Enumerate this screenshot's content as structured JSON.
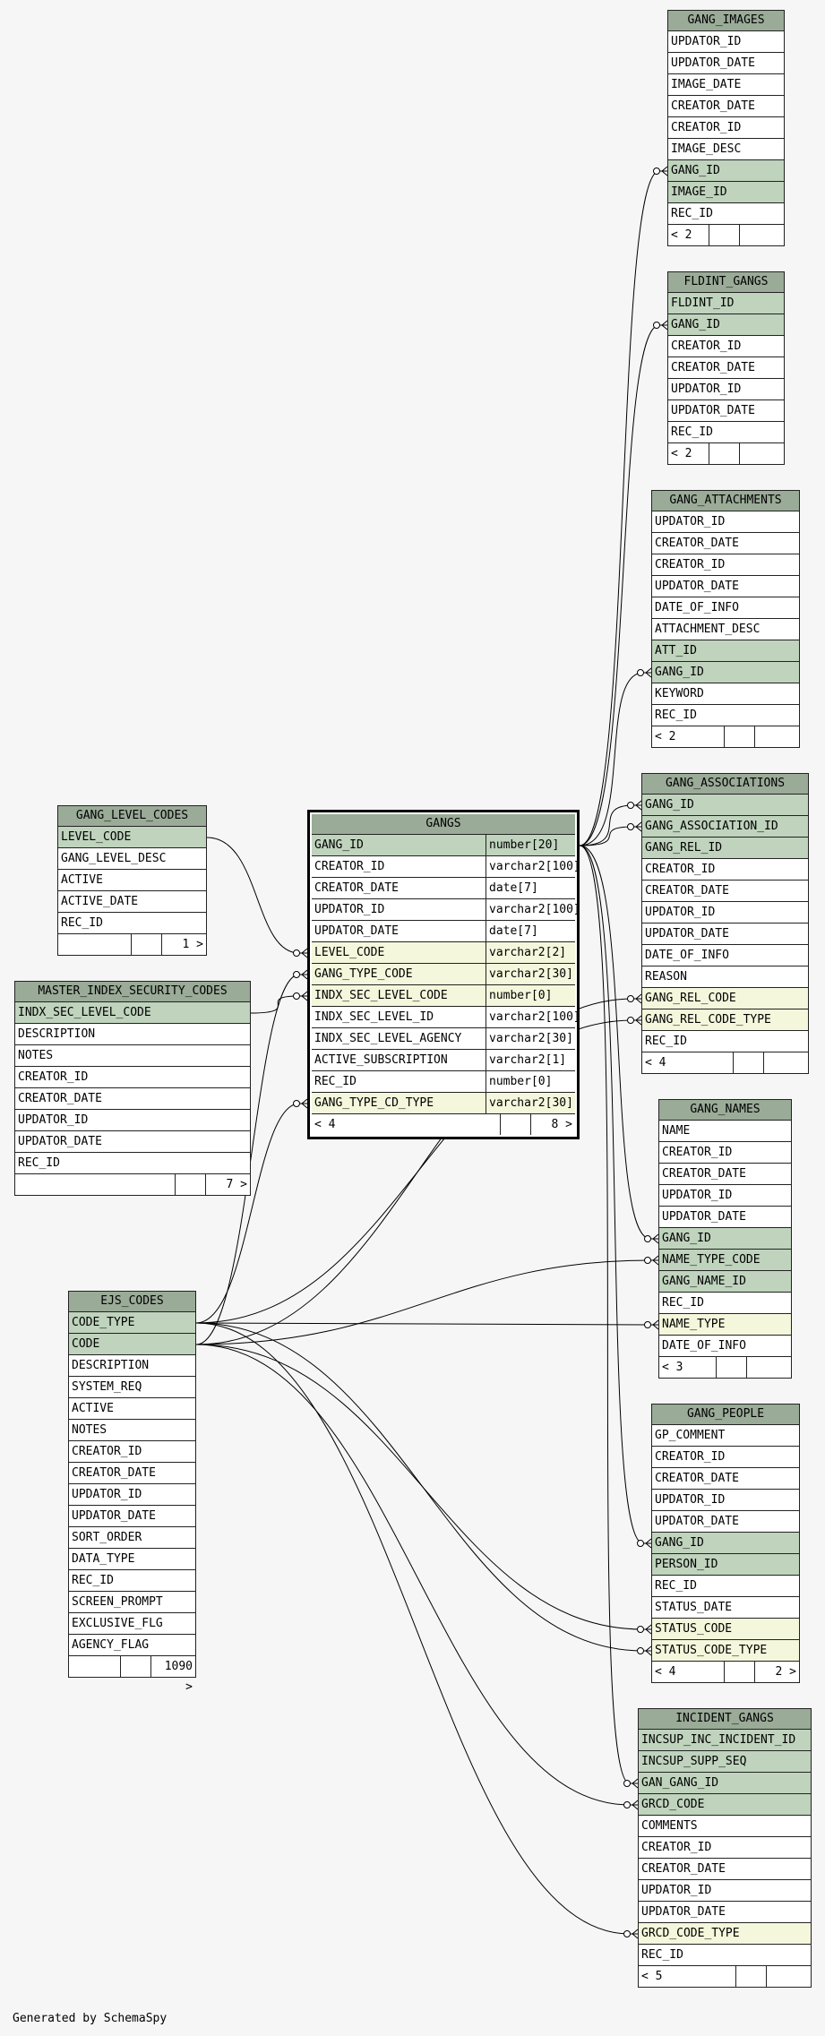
{
  "footer_text": "Generated by SchemaSpy",
  "colors": {
    "header": "#9aab98",
    "key": "#bfd3bd",
    "foreign_key": "#f4f7db",
    "background": "#f5f6f5"
  },
  "tables": {
    "gang_images": {
      "name": "GANG_IMAGES",
      "columns": [
        {
          "name": "UPDATOR_ID"
        },
        {
          "name": "UPDATOR_DATE"
        },
        {
          "name": "IMAGE_DATE"
        },
        {
          "name": "CREATOR_DATE"
        },
        {
          "name": "CREATOR_ID"
        },
        {
          "name": "IMAGE_DESC"
        },
        {
          "name": "GANG_ID",
          "key": "pk"
        },
        {
          "name": "IMAGE_ID",
          "key": "pk"
        },
        {
          "name": "REC_ID"
        }
      ],
      "footer": {
        "parents": "< 2",
        "middle": "",
        "children": ""
      }
    },
    "fldint_gangs": {
      "name": "FLDINT_GANGS",
      "columns": [
        {
          "name": "FLDINT_ID",
          "key": "pk"
        },
        {
          "name": "GANG_ID",
          "key": "pk"
        },
        {
          "name": "CREATOR_ID"
        },
        {
          "name": "CREATOR_DATE"
        },
        {
          "name": "UPDATOR_ID"
        },
        {
          "name": "UPDATOR_DATE"
        },
        {
          "name": "REC_ID"
        }
      ],
      "footer": {
        "parents": "< 2",
        "middle": "",
        "children": ""
      }
    },
    "gang_attachments": {
      "name": "GANG_ATTACHMENTS",
      "columns": [
        {
          "name": "UPDATOR_ID"
        },
        {
          "name": "CREATOR_DATE"
        },
        {
          "name": "CREATOR_ID"
        },
        {
          "name": "UPDATOR_DATE"
        },
        {
          "name": "DATE_OF_INFO"
        },
        {
          "name": "ATTACHMENT_DESC"
        },
        {
          "name": "ATT_ID",
          "key": "pk"
        },
        {
          "name": "GANG_ID",
          "key": "pk"
        },
        {
          "name": "KEYWORD"
        },
        {
          "name": "REC_ID"
        }
      ],
      "footer": {
        "parents": "< 2",
        "middle": "",
        "children": ""
      }
    },
    "gang_associations": {
      "name": "GANG_ASSOCIATIONS",
      "columns": [
        {
          "name": "GANG_ID",
          "key": "pk"
        },
        {
          "name": "GANG_ASSOCIATION_ID",
          "key": "pk"
        },
        {
          "name": "GANG_REL_ID",
          "key": "pk"
        },
        {
          "name": "CREATOR_ID"
        },
        {
          "name": "CREATOR_DATE"
        },
        {
          "name": "UPDATOR_ID"
        },
        {
          "name": "UPDATOR_DATE"
        },
        {
          "name": "DATE_OF_INFO"
        },
        {
          "name": "REASON"
        },
        {
          "name": "GANG_REL_CODE",
          "key": "fk"
        },
        {
          "name": "GANG_REL_CODE_TYPE",
          "key": "fk"
        },
        {
          "name": "REC_ID"
        }
      ],
      "footer": {
        "parents": "< 4",
        "middle": "",
        "children": ""
      }
    },
    "gang_names": {
      "name": "GANG_NAMES",
      "columns": [
        {
          "name": "NAME"
        },
        {
          "name": "CREATOR_ID"
        },
        {
          "name": "CREATOR_DATE"
        },
        {
          "name": "UPDATOR_ID"
        },
        {
          "name": "UPDATOR_DATE"
        },
        {
          "name": "GANG_ID",
          "key": "pk"
        },
        {
          "name": "NAME_TYPE_CODE",
          "key": "pk"
        },
        {
          "name": "GANG_NAME_ID",
          "key": "pk"
        },
        {
          "name": "REC_ID"
        },
        {
          "name": "NAME_TYPE",
          "key": "fk"
        },
        {
          "name": "DATE_OF_INFO"
        }
      ],
      "footer": {
        "parents": "< 3",
        "middle": "",
        "children": ""
      }
    },
    "gang_people": {
      "name": "GANG_PEOPLE",
      "columns": [
        {
          "name": "GP_COMMENT"
        },
        {
          "name": "CREATOR_ID"
        },
        {
          "name": "CREATOR_DATE"
        },
        {
          "name": "UPDATOR_ID"
        },
        {
          "name": "UPDATOR_DATE"
        },
        {
          "name": "GANG_ID",
          "key": "pk"
        },
        {
          "name": "PERSON_ID",
          "key": "pk"
        },
        {
          "name": "REC_ID"
        },
        {
          "name": "STATUS_DATE"
        },
        {
          "name": "STATUS_CODE",
          "key": "fk"
        },
        {
          "name": "STATUS_CODE_TYPE",
          "key": "fk"
        }
      ],
      "footer": {
        "parents": "< 4",
        "middle": "",
        "children": "2 >"
      }
    },
    "incident_gangs": {
      "name": "INCIDENT_GANGS",
      "columns": [
        {
          "name": "INCSUP_INC_INCIDENT_ID",
          "key": "pk"
        },
        {
          "name": "INCSUP_SUPP_SEQ",
          "key": "pk"
        },
        {
          "name": "GAN_GANG_ID",
          "key": "pk"
        },
        {
          "name": "GRCD_CODE",
          "key": "pk"
        },
        {
          "name": "COMMENTS"
        },
        {
          "name": "CREATOR_ID"
        },
        {
          "name": "CREATOR_DATE"
        },
        {
          "name": "UPDATOR_ID"
        },
        {
          "name": "UPDATOR_DATE"
        },
        {
          "name": "GRCD_CODE_TYPE",
          "key": "fk"
        },
        {
          "name": "REC_ID"
        }
      ],
      "footer": {
        "parents": "< 5",
        "middle": "",
        "children": ""
      }
    },
    "gang_level_codes": {
      "name": "GANG_LEVEL_CODES",
      "columns": [
        {
          "name": "LEVEL_CODE",
          "key": "pk"
        },
        {
          "name": "GANG_LEVEL_DESC"
        },
        {
          "name": "ACTIVE"
        },
        {
          "name": "ACTIVE_DATE"
        },
        {
          "name": "REC_ID"
        }
      ],
      "footer": {
        "parents": "",
        "middle": "",
        "children": "1 >"
      }
    },
    "master_index_security_codes": {
      "name": "MASTER_INDEX_SECURITY_CODES",
      "columns": [
        {
          "name": "INDX_SEC_LEVEL_CODE",
          "key": "pk"
        },
        {
          "name": "DESCRIPTION"
        },
        {
          "name": "NOTES"
        },
        {
          "name": "CREATOR_ID"
        },
        {
          "name": "CREATOR_DATE"
        },
        {
          "name": "UPDATOR_ID"
        },
        {
          "name": "UPDATOR_DATE"
        },
        {
          "name": "REC_ID"
        }
      ],
      "footer": {
        "parents": "",
        "middle": "",
        "children": "7 >"
      }
    },
    "gangs": {
      "name": "GANGS",
      "columns": [
        {
          "name": "GANG_ID",
          "type": "number[20]",
          "key": "pk"
        },
        {
          "name": "CREATOR_ID",
          "type": "varchar2[100]"
        },
        {
          "name": "CREATOR_DATE",
          "type": "date[7]"
        },
        {
          "name": "UPDATOR_ID",
          "type": "varchar2[100]"
        },
        {
          "name": "UPDATOR_DATE",
          "type": "date[7]"
        },
        {
          "name": "LEVEL_CODE",
          "type": "varchar2[2]",
          "key": "fk"
        },
        {
          "name": "GANG_TYPE_CODE",
          "type": "varchar2[30]",
          "key": "fk"
        },
        {
          "name": "INDX_SEC_LEVEL_CODE",
          "type": "number[0]",
          "key": "fk"
        },
        {
          "name": "INDX_SEC_LEVEL_ID",
          "type": "varchar2[100]"
        },
        {
          "name": "INDX_SEC_LEVEL_AGENCY",
          "type": "varchar2[30]"
        },
        {
          "name": "ACTIVE_SUBSCRIPTION",
          "type": "varchar2[1]"
        },
        {
          "name": "REC_ID",
          "type": "number[0]"
        },
        {
          "name": "GANG_TYPE_CD_TYPE",
          "type": "varchar2[30]",
          "key": "fk"
        }
      ],
      "footer": {
        "parents": "< 4",
        "middle": "",
        "children": "8 >"
      }
    },
    "ejs_codes": {
      "name": "EJS_CODES",
      "columns": [
        {
          "name": "CODE_TYPE",
          "key": "pk"
        },
        {
          "name": "CODE",
          "key": "pk"
        },
        {
          "name": "DESCRIPTION"
        },
        {
          "name": "SYSTEM_REQ"
        },
        {
          "name": "ACTIVE"
        },
        {
          "name": "NOTES"
        },
        {
          "name": "CREATOR_ID"
        },
        {
          "name": "CREATOR_DATE"
        },
        {
          "name": "UPDATOR_ID"
        },
        {
          "name": "UPDATOR_DATE"
        },
        {
          "name": "SORT_ORDER"
        },
        {
          "name": "DATA_TYPE"
        },
        {
          "name": "REC_ID"
        },
        {
          "name": "SCREEN_PROMPT"
        },
        {
          "name": "EXCLUSIVE_FLG"
        },
        {
          "name": "AGENCY_FLAG"
        }
      ],
      "footer": {
        "parents": "",
        "middle": "",
        "children": "1090 >"
      }
    }
  },
  "relationships": [
    {
      "from": "gangs.GANG_ID",
      "to": "gang_images.GANG_ID"
    },
    {
      "from": "gangs.GANG_ID",
      "to": "fldint_gangs.GANG_ID"
    },
    {
      "from": "gangs.GANG_ID",
      "to": "gang_attachments.GANG_ID"
    },
    {
      "from": "gangs.GANG_ID",
      "to": "gang_associations.GANG_ID"
    },
    {
      "from": "gangs.GANG_ID",
      "to": "gang_associations.GANG_ASSOCIATION_ID"
    },
    {
      "from": "gangs.GANG_ID",
      "to": "gang_names.GANG_ID"
    },
    {
      "from": "gangs.GANG_ID",
      "to": "gang_people.GANG_ID"
    },
    {
      "from": "gangs.GANG_ID",
      "to": "incident_gangs.GAN_GANG_ID"
    },
    {
      "from": "gang_level_codes.LEVEL_CODE",
      "to": "gangs.LEVEL_CODE"
    },
    {
      "from": "master_index_security_codes.INDX_SEC_LEVEL_CODE",
      "to": "gangs.INDX_SEC_LEVEL_CODE"
    },
    {
      "from": "ejs_codes.CODE",
      "to": "gangs.GANG_TYPE_CODE"
    },
    {
      "from": "ejs_codes.CODE_TYPE",
      "to": "gangs.GANG_TYPE_CD_TYPE"
    },
    {
      "from": "ejs_codes.CODE",
      "to": "gang_associations.GANG_REL_CODE"
    },
    {
      "from": "ejs_codes.CODE_TYPE",
      "to": "gang_associations.GANG_REL_CODE_TYPE"
    },
    {
      "from": "ejs_codes.CODE",
      "to": "gang_names.NAME_TYPE_CODE"
    },
    {
      "from": "ejs_codes.CODE_TYPE",
      "to": "gang_names.NAME_TYPE"
    },
    {
      "from": "ejs_codes.CODE",
      "to": "gang_people.STATUS_CODE"
    },
    {
      "from": "ejs_codes.CODE_TYPE",
      "to": "gang_people.STATUS_CODE_TYPE"
    },
    {
      "from": "ejs_codes.CODE",
      "to": "incident_gangs.GRCD_CODE"
    },
    {
      "from": "ejs_codes.CODE_TYPE",
      "to": "incident_gangs.GRCD_CODE_TYPE"
    }
  ]
}
